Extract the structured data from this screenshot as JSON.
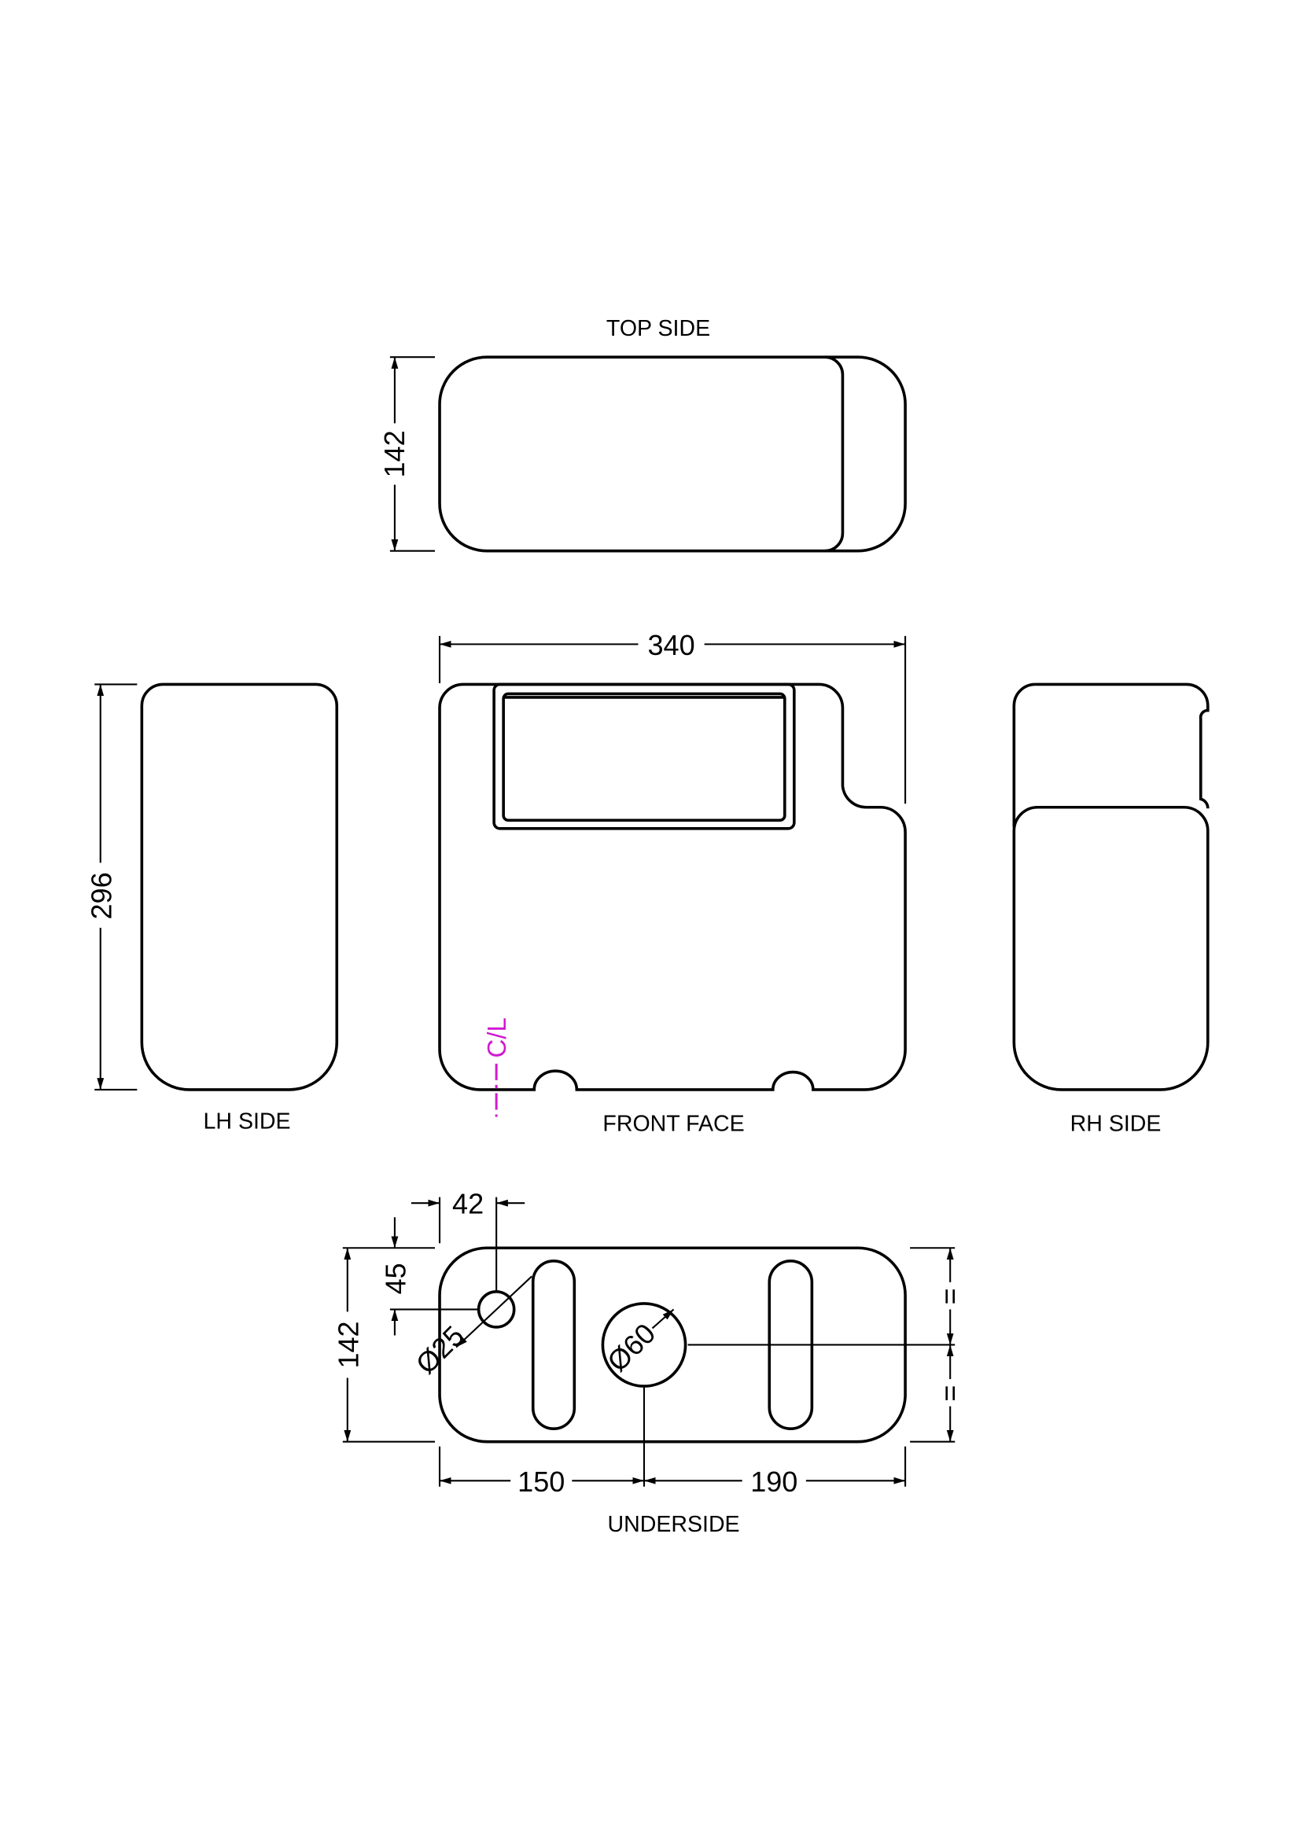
{
  "views": {
    "top_side": "TOP SIDE",
    "lh_side": "LH SIDE",
    "front_face": "FRONT FACE",
    "rh_side": "RH SIDE",
    "underside": "UNDERSIDE"
  },
  "dimensions": {
    "top_depth": "142",
    "width": "340",
    "height": "296",
    "under_depth": "142",
    "hole_offset_y": "45",
    "hole_offset_x": "42",
    "small_hole_dia": "Ø25",
    "large_hole_dia": "Ø60",
    "left_to_outlet": "150",
    "outlet_to_right": "190",
    "equal_top": "=",
    "equal_bottom": "="
  },
  "centre_line": "C/L",
  "colors": {
    "line": "#000000",
    "centre_line": "#d01ad0"
  }
}
